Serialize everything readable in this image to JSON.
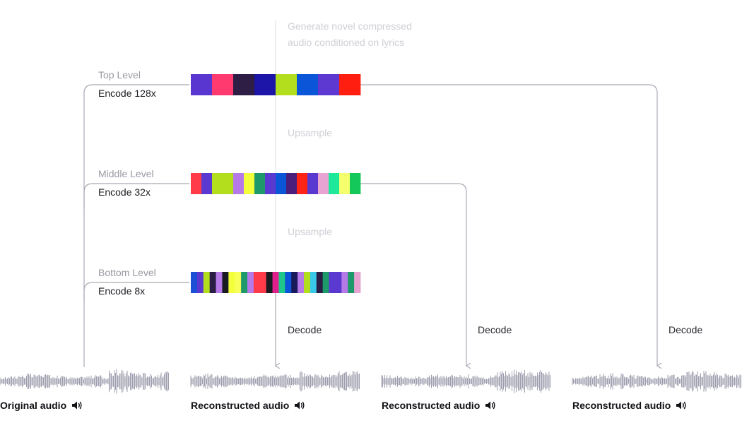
{
  "levels": [
    {
      "name": "Top Level",
      "encode": "Encode 128x",
      "colors": [
        "#5a36d0",
        "#ff3a6e",
        "#2e1d44",
        "#1c15a8",
        "#b3de1e",
        "#0a55d8",
        "#5d39d1",
        "#ff1e10"
      ]
    },
    {
      "name": "Middle Level",
      "encode": "Encode 32x",
      "colors": [
        "#ff3b4a",
        "#5a39d1",
        "#b3de1e",
        "#b3de1e",
        "#b57ae8",
        "#f2ff3a",
        "#1e9a6a",
        "#5a39d1",
        "#0a55d8",
        "#4a1e7a",
        "#ff2414",
        "#5a39d1",
        "#e9a3d2",
        "#1ee89a",
        "#f5ff6e",
        "#14c85a"
      ]
    },
    {
      "name": "Bottom Level",
      "encode": "Encode 8x",
      "colors": [
        "#1a4fd6",
        "#5a39d1",
        "#b3de1e",
        "#2a1e44",
        "#b57ae8",
        "#1a1a22",
        "#f2ff3a",
        "#f8ff5a",
        "#1e9a6a",
        "#b57ae8",
        "#ff3b4a",
        "#ff3b4a",
        "#1a1a22",
        "#e0208a",
        "#1ec88a",
        "#0a55d8",
        "#1a1a5a",
        "#b57ae8",
        "#b3de1e",
        "#3ac8e8",
        "#2a1e44",
        "#1e9a6a",
        "#5a39d1",
        "#5a39d1",
        "#b57ae8",
        "#1e9a6a",
        "#e9a3d2"
      ]
    }
  ],
  "annotations": {
    "generate_line1": "Generate novel compressed",
    "generate_line2": "audio conditioned on lyrics",
    "upsample": "Upsample",
    "decode": "Decode"
  },
  "audio": [
    {
      "label": "Original audio",
      "icon": "speaker-icon"
    },
    {
      "label": "Reconstructed audio",
      "icon": "speaker-icon"
    },
    {
      "label": "Reconstructed audio",
      "icon": "speaker-icon"
    },
    {
      "label": "Reconstructed audio",
      "icon": "speaker-icon"
    }
  ],
  "colors": {
    "line": "#a9a9b5",
    "faint_line": "#e4e4ea",
    "waveform": "#9d9dae"
  }
}
